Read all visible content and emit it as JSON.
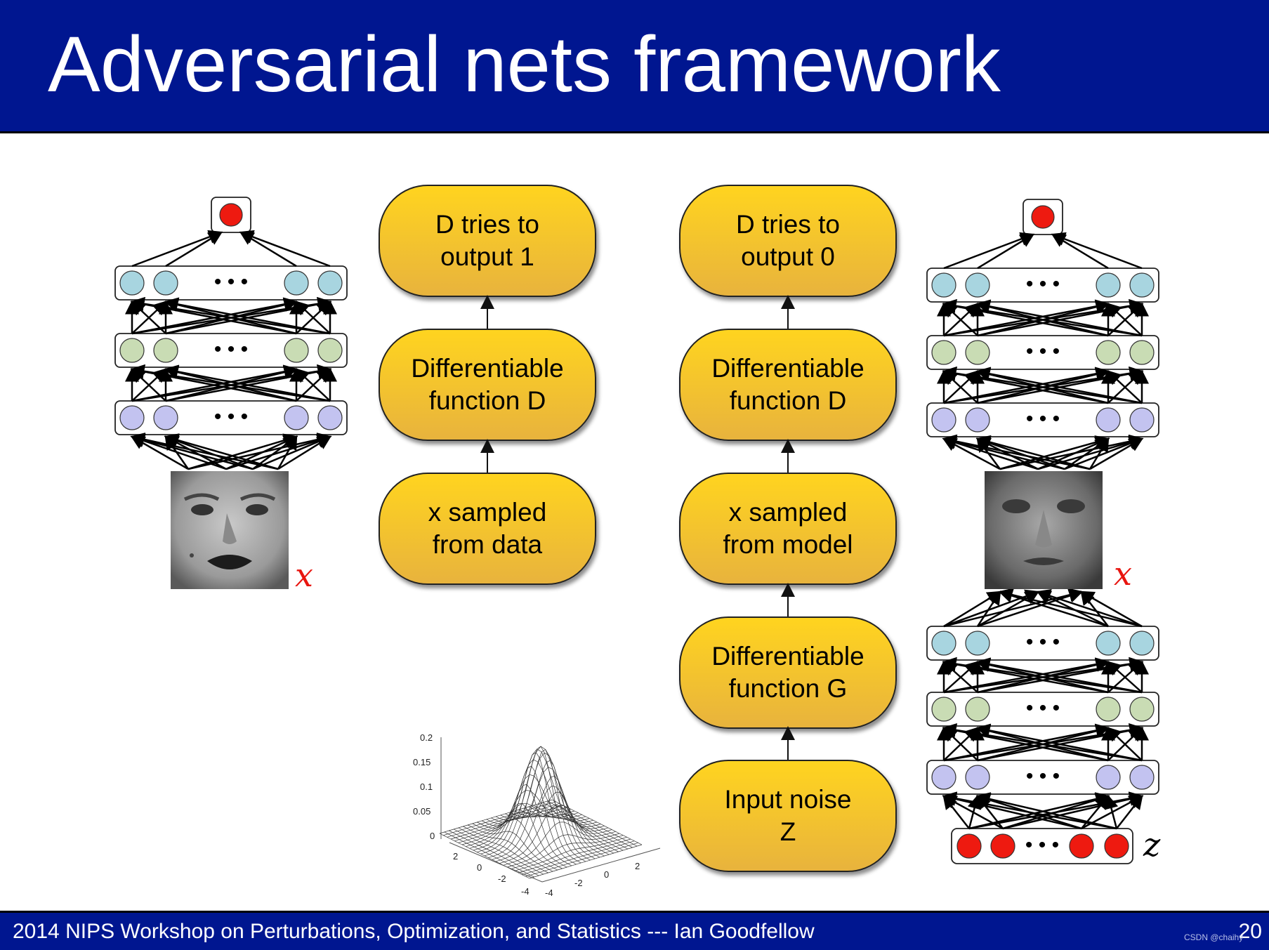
{
  "slide": {
    "title": "Adversarial nets framework",
    "footer": "2014 NIPS Workshop on Perturbations, Optimization, and Statistics --- Ian Goodfellow",
    "page_number": "20",
    "watermark": "CSDN @chaihy"
  },
  "left_column": {
    "top_box": "D tries to\noutput 1",
    "middle_box": "Differentiable\nfunction D",
    "bottom_box": "x sampled\nfrom data"
  },
  "right_column": {
    "top_box": "D tries to\noutput 0",
    "middle_box": "Differentiable\nfunction D",
    "sample_box": "x sampled\nfrom model",
    "generator_box": "Differentiable\nfunction G",
    "noise_box": "Input noise\nZ"
  },
  "labels": {
    "real_x": "x",
    "fake_x": "x",
    "noise_z": "z",
    "dots": "• • •"
  },
  "gaussian_plot": {
    "z_ticks": [
      "0.2",
      "0.15",
      "0.1",
      "0.05",
      "0"
    ],
    "x_ticks": [
      "-4",
      "-2",
      "0",
      "2"
    ],
    "y_ticks": [
      "2",
      "0",
      "-2",
      "-4"
    ]
  },
  "colors": {
    "header_bg": "#001690",
    "box_fill_top": "#ffd41f",
    "box_fill_bottom": "#e8b33d",
    "node_blue": "#a8d5e0",
    "node_green": "#c9dcb4",
    "node_purple": "#c3c3f0",
    "node_red": "#ee1a10"
  }
}
